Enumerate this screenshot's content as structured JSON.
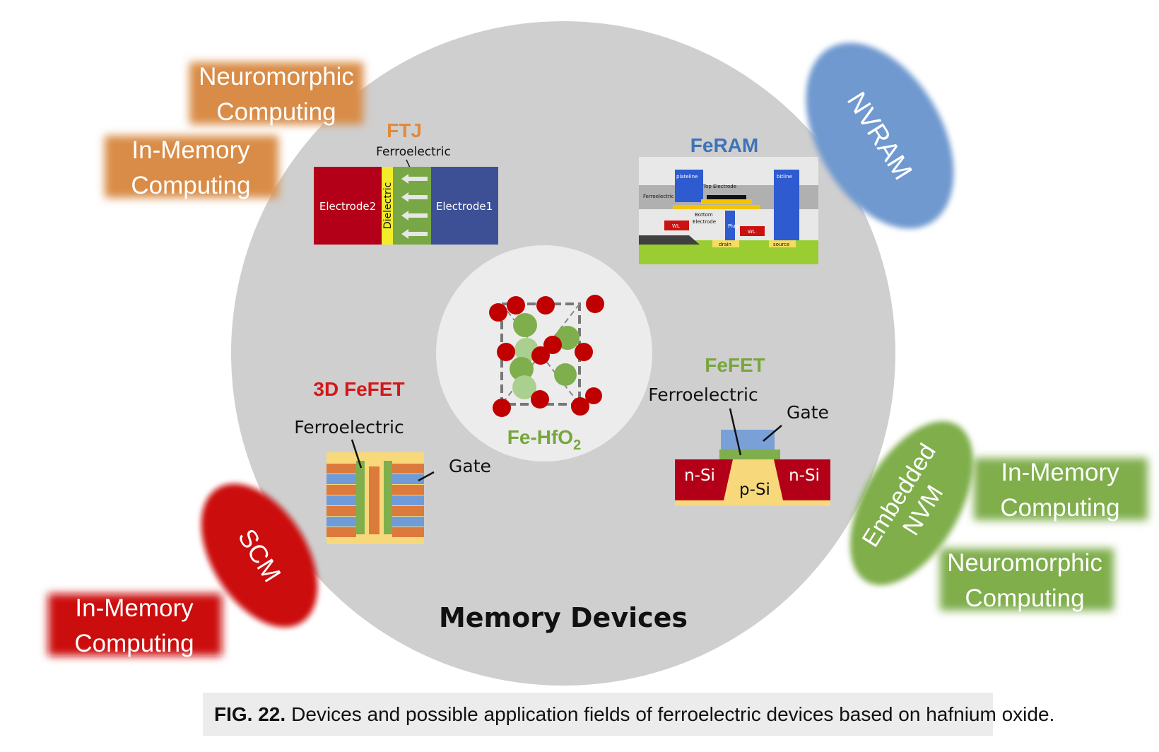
{
  "center": {
    "main_label": "Fe-HfO",
    "subscript": "2"
  },
  "title": "Memory Devices",
  "devices": {
    "ftj": {
      "title": "FTJ",
      "ferroelectric_label": "Ferroelectric",
      "electrode2": "Electrode2",
      "dielectric": "Dielectric",
      "electrode1": "Electrode1"
    },
    "feram": {
      "title": "FeRAM",
      "plateline": "plateline",
      "bitline": "bitline",
      "top_electrode": "Top Electrode",
      "ferroelectric": "Ferroelectric",
      "bottom_electrode_1": "Bottom",
      "bottom_electrode_2": "Electrode",
      "wl_left": "WL",
      "plug": "Plug",
      "wl_right": "WL",
      "drain": "drain",
      "source": "source"
    },
    "fefet": {
      "title": "FeFET",
      "ferroelectric_label": "Ferroelectric",
      "gate_label": "Gate",
      "n_si_left": "n-Si",
      "p_si": "p-Si",
      "n_si_right": "n-Si"
    },
    "fefet3d": {
      "title": "3D FeFET",
      "ferroelectric_label": "Ferroelectric",
      "gate_label": "Gate"
    }
  },
  "categories": {
    "nvram": "NVRAM",
    "scm": "SCM",
    "embedded_nvm_1": "Embedded",
    "embedded_nvm_2": "NVM"
  },
  "applications": {
    "orange_neuro": [
      "Neuromorphic",
      "Computing"
    ],
    "orange_inmem": [
      "In-Memory",
      "Computing"
    ],
    "red_inmem": [
      "In-Memory",
      "Computing"
    ],
    "green_inmem": [
      "In-Memory",
      "Computing"
    ],
    "green_neuro": [
      "Neuromorphic",
      "Computing"
    ]
  },
  "caption": {
    "label": "FIG. 22.",
    "text": "Devices and possible application fields of ferroelectric devices based on hafnium oxide."
  },
  "colors": {
    "orange": "#d98c46",
    "red": "#cc0a0a",
    "green": "#7fae4c",
    "blue": "#6f99cf",
    "disk": "#cfcfcf",
    "ftj_title": "#e08a3c",
    "feram_title": "#3f73b8",
    "fefet_title": "#78a63e",
    "fefet3d_title": "#d31818"
  }
}
